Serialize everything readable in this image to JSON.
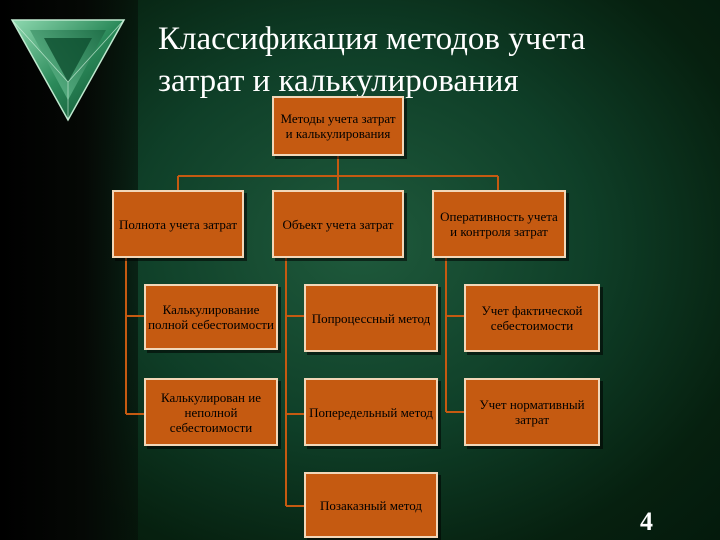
{
  "title_lines": [
    "Классификация методов учета",
    "затрат и калькулирования"
  ],
  "root": "Методы учета затрат и калькулирования",
  "columns": [
    {
      "header": "Полнота учета затрат",
      "items": [
        "Калькулирование полной себестоимости",
        "Калькулирован ие неполной себестоимости"
      ]
    },
    {
      "header": "Объект учета затрат",
      "items": [
        "Попроцессный метод",
        "Попередельный метод",
        "Позаказный метод"
      ]
    },
    {
      "header": "Оперативность учета и контроля затрат",
      "items": [
        "Учет фактической себестоимости",
        "Учет нормативный затрат"
      ]
    }
  ],
  "page_number": "4",
  "colors": {
    "box": "#c55a11",
    "box_border": "#f2d7b8",
    "connector": "#c55a11"
  }
}
